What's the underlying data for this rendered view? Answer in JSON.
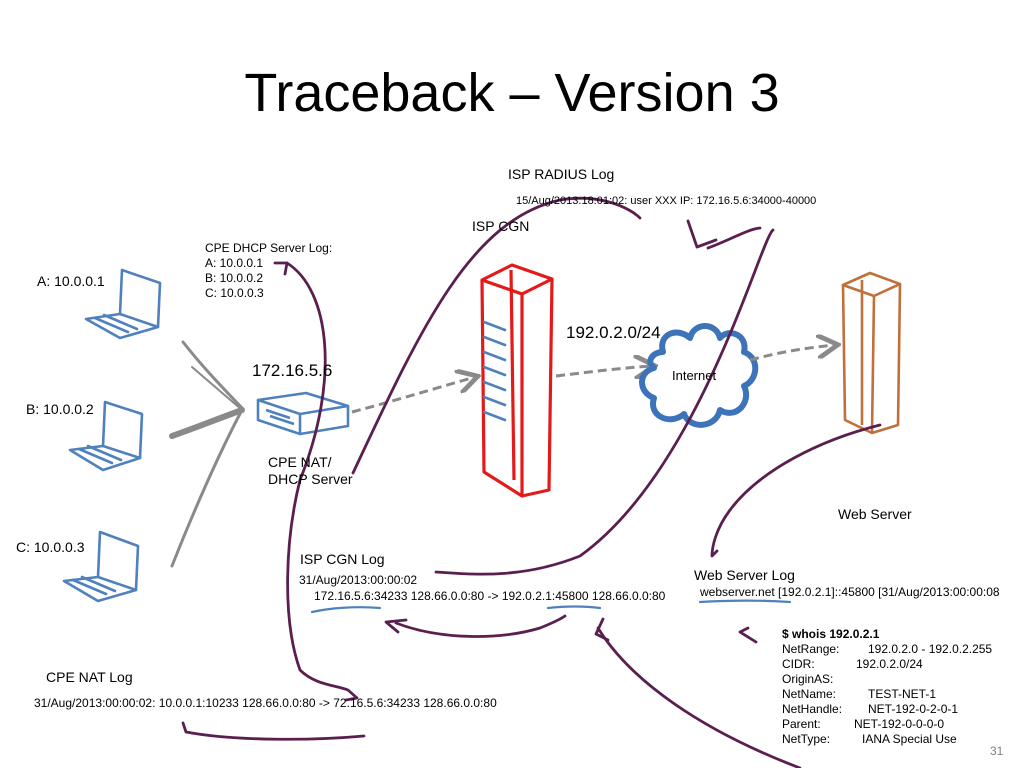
{
  "title": "Traceback – Version 3",
  "slide_number": "31",
  "hosts": [
    {
      "label": "A: 10.0.0.1"
    },
    {
      "label": "B: 10.0.0.2"
    },
    {
      "label": "C: 10.0.0.3"
    }
  ],
  "cpe_dhcp_log": {
    "heading": "CPE DHCP Server Log:",
    "lines": [
      "A: 10.0.0.1",
      "B: 10.0.0.2",
      "C: 10.0.0.3"
    ]
  },
  "cpe_nat": {
    "address": "172.16.5.6",
    "label_line1": "CPE NAT/",
    "label_line2": "DHCP Server"
  },
  "isp_radius_log": {
    "heading": "ISP RADIUS Log",
    "entry": "15/Aug/2013:18:01:02: user XXX IP: 172.16.5.6:34000-40000"
  },
  "isp_cgn": {
    "label": "ISP CGN",
    "prefix": "192.0.2.0/24"
  },
  "internet": {
    "label": "Internet"
  },
  "web_server": {
    "label": "Web Server"
  },
  "isp_cgn_log": {
    "heading": "ISP CGN Log",
    "line1": "31/Aug/2013:00:00:02",
    "line2": "172.16.5.6:34233 128.66.0.0:80 -> 192.0.2.1:45800 128.66.0.0:80"
  },
  "web_server_log": {
    "heading": "Web Server Log",
    "entry": "webserver.net [192.0.2.1]::45800 [31/Aug/2013:00:00:08"
  },
  "cpe_nat_log": {
    "heading": "CPE NAT Log",
    "entry": "31/Aug/2013:00:00:02: 10.0.0.1:10233 128.66.0.0:80 -> 72.16.5.6:34233 128.66.0.0:80"
  },
  "whois": {
    "command": "$ whois 192.0.2.1",
    "rows": [
      {
        "key": "NetRange:",
        "value": "192.0.2.0 - 192.0.2.255"
      },
      {
        "key": "CIDR:",
        "value": "192.0.2.0/24"
      },
      {
        "key": "OriginAS:",
        "value": ""
      },
      {
        "key": "NetName:",
        "value": "TEST-NET-1"
      },
      {
        "key": "NetHandle:",
        "value": "NET-192-0-2-0-1"
      },
      {
        "key": "Parent:",
        "value": "NET-192-0-0-0-0"
      },
      {
        "key": "NetType:",
        "value": "IANA Special Use"
      }
    ]
  },
  "colors": {
    "laptop": "#4f81bd",
    "cgn_server": "#e31a1a",
    "web_server": "#c0703a",
    "cloud": "#3d73b8",
    "trace_arrows": "#5a1f4e",
    "gray_links": "#8a8a8a"
  },
  "icons": [
    "laptop-icon",
    "router-icon",
    "server-tower-icon",
    "cloud-icon"
  ]
}
